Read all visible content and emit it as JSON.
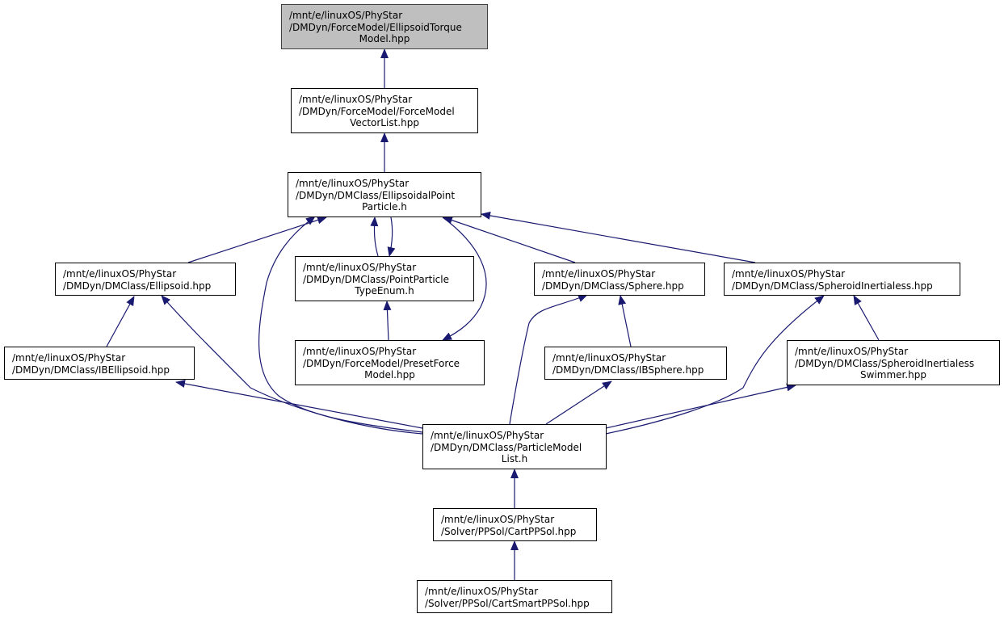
{
  "diagram": {
    "colors": {
      "edge": "#191970",
      "node_border": "#000000",
      "current_node_fill": "#bfbfbf"
    },
    "nodes": {
      "ellipsoid_torque_model": {
        "lines": [
          "/mnt/e/linuxOS/PhyStar",
          "/DMDyn/ForceModel/EllipsoidTorque",
          "Model.hpp"
        ]
      },
      "force_model_vector_list": {
        "lines": [
          "/mnt/e/linuxOS/PhyStar",
          "/DMDyn/ForceModel/ForceModel",
          "VectorList.hpp"
        ]
      },
      "ellipsoidal_point_particle": {
        "lines": [
          "/mnt/e/linuxOS/PhyStar",
          "/DMDyn/DMClass/EllipsoidalPoint",
          "Particle.h"
        ]
      },
      "ellipsoid": {
        "lines": [
          "/mnt/e/linuxOS/PhyStar",
          "/DMDyn/DMClass/Ellipsoid.hpp"
        ]
      },
      "point_particle_type_enum": {
        "lines": [
          "/mnt/e/linuxOS/PhyStar",
          "/DMDyn/DMClass/PointParticle",
          "TypeEnum.h"
        ]
      },
      "sphere": {
        "lines": [
          "/mnt/e/linuxOS/PhyStar",
          "/DMDyn/DMClass/Sphere.hpp"
        ]
      },
      "spheroid_inertialess": {
        "lines": [
          "/mnt/e/linuxOS/PhyStar",
          "/DMDyn/DMClass/SpheroidInertialess.hpp"
        ]
      },
      "ib_ellipsoid": {
        "lines": [
          "/mnt/e/linuxOS/PhyStar",
          "/DMDyn/DMClass/IBEllipsoid.hpp"
        ]
      },
      "preset_force_model": {
        "lines": [
          "/mnt/e/linuxOS/PhyStar",
          "/DMDyn/ForceModel/PresetForce",
          "Model.hpp"
        ]
      },
      "ib_sphere": {
        "lines": [
          "/mnt/e/linuxOS/PhyStar",
          "/DMDyn/DMClass/IBSphere.hpp"
        ]
      },
      "spheroid_inertialess_swimmer": {
        "lines": [
          "/mnt/e/linuxOS/PhyStar",
          "/DMDyn/DMClass/SpheroidInertialess",
          "Swimmer.hpp"
        ]
      },
      "particle_model_list": {
        "lines": [
          "/mnt/e/linuxOS/PhyStar",
          "/DMDyn/DMClass/ParticleModel",
          "List.h"
        ]
      },
      "cart_pp_sol": {
        "lines": [
          "/mnt/e/linuxOS/PhyStar",
          "/Solver/PPSol/CartPPSol.hpp"
        ]
      },
      "cart_smart_pp_sol": {
        "lines": [
          "/mnt/e/linuxOS/PhyStar",
          "/Solver/PPSol/CartSmartPPSol.hpp"
        ]
      }
    }
  }
}
